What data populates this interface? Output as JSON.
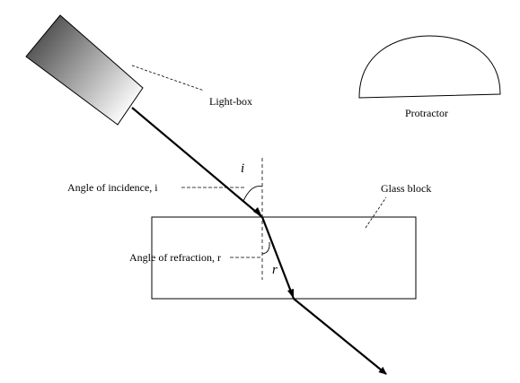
{
  "labels": {
    "light_box": "Light-box",
    "protractor": "Protractor",
    "angle_incidence": "Angle of incidence, i",
    "angle_refraction": "Angle of refraction, r",
    "glass_block": "Glass block",
    "symbol_i": "i",
    "symbol_r": "r"
  }
}
